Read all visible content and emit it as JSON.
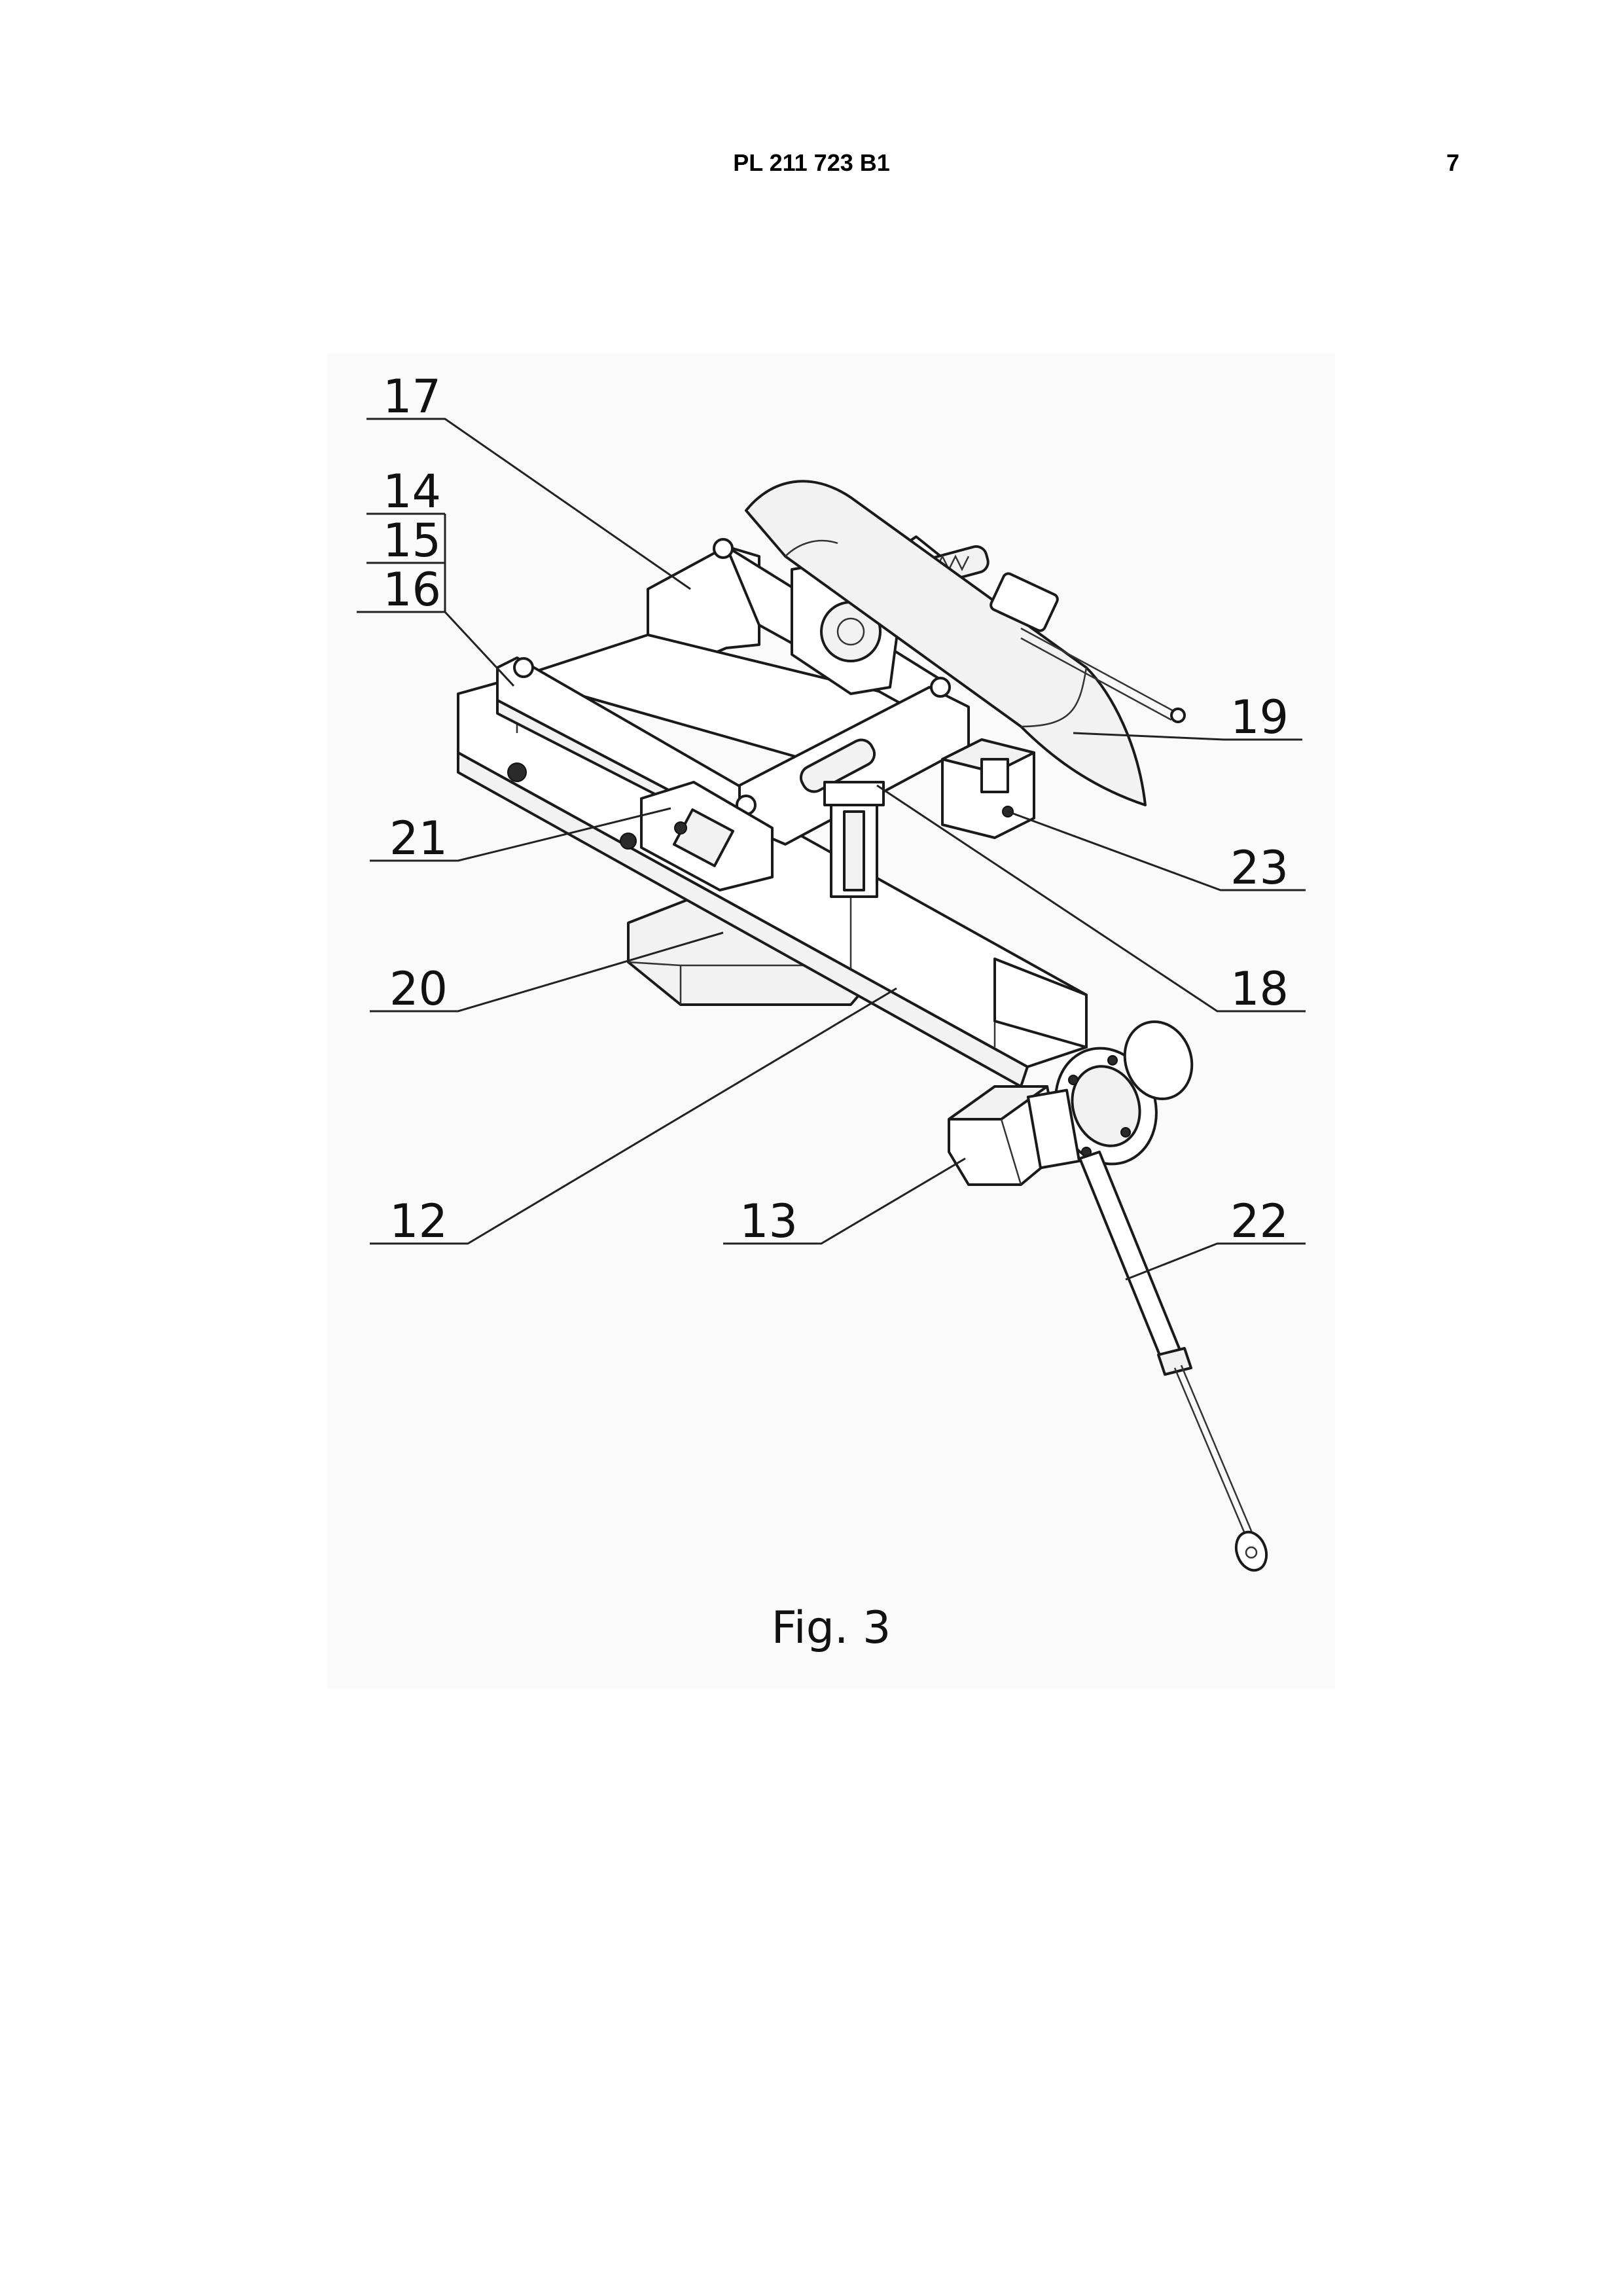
{
  "header": {
    "document_code": "PL 211 723 B1",
    "page_number": "7"
  },
  "figure": {
    "caption": "Fig. 3",
    "reference_labels": {
      "l12": "12",
      "l13": "13",
      "l14": "14",
      "l15": "15",
      "l16": "16",
      "l17": "17",
      "l18": "18",
      "l19": "19",
      "l20": "20",
      "l21": "21",
      "l22": "22",
      "l23": "23"
    }
  }
}
